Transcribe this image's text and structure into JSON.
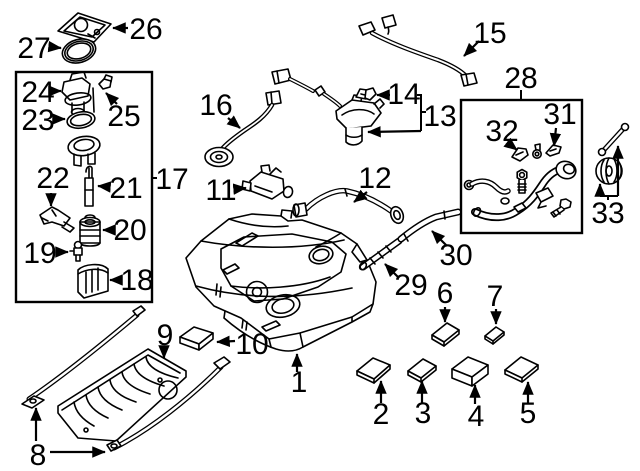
{
  "diagram": {
    "description": "exploded parts diagram of a vehicle fuel tank assembly with numbered callouts",
    "colors": {
      "background": "#ffffff",
      "line": "#000000"
    },
    "callouts": {
      "c1": {
        "label": "1"
      },
      "c2": {
        "label": "2"
      },
      "c3": {
        "label": "3"
      },
      "c4": {
        "label": "4"
      },
      "c5": {
        "label": "5"
      },
      "c6": {
        "label": "6"
      },
      "c7": {
        "label": "7"
      },
      "c8": {
        "label": "8"
      },
      "c9": {
        "label": "9"
      },
      "c10": {
        "label": "10"
      },
      "c11": {
        "label": "11"
      },
      "c12": {
        "label": "12"
      },
      "c13": {
        "label": "13"
      },
      "c14": {
        "label": "14"
      },
      "c15": {
        "label": "15"
      },
      "c16": {
        "label": "16"
      },
      "c17": {
        "label": "17"
      },
      "c18": {
        "label": "18"
      },
      "c19": {
        "label": "19"
      },
      "c20": {
        "label": "20"
      },
      "c21": {
        "label": "21"
      },
      "c22": {
        "label": "22"
      },
      "c23": {
        "label": "23"
      },
      "c24": {
        "label": "24"
      },
      "c25": {
        "label": "25"
      },
      "c26": {
        "label": "26"
      },
      "c27": {
        "label": "27"
      },
      "c28": {
        "label": "28"
      },
      "c29": {
        "label": "29"
      },
      "c30": {
        "label": "30"
      },
      "c31": {
        "label": "31"
      },
      "c32": {
        "label": "32"
      },
      "c33": {
        "label": "33"
      }
    }
  }
}
